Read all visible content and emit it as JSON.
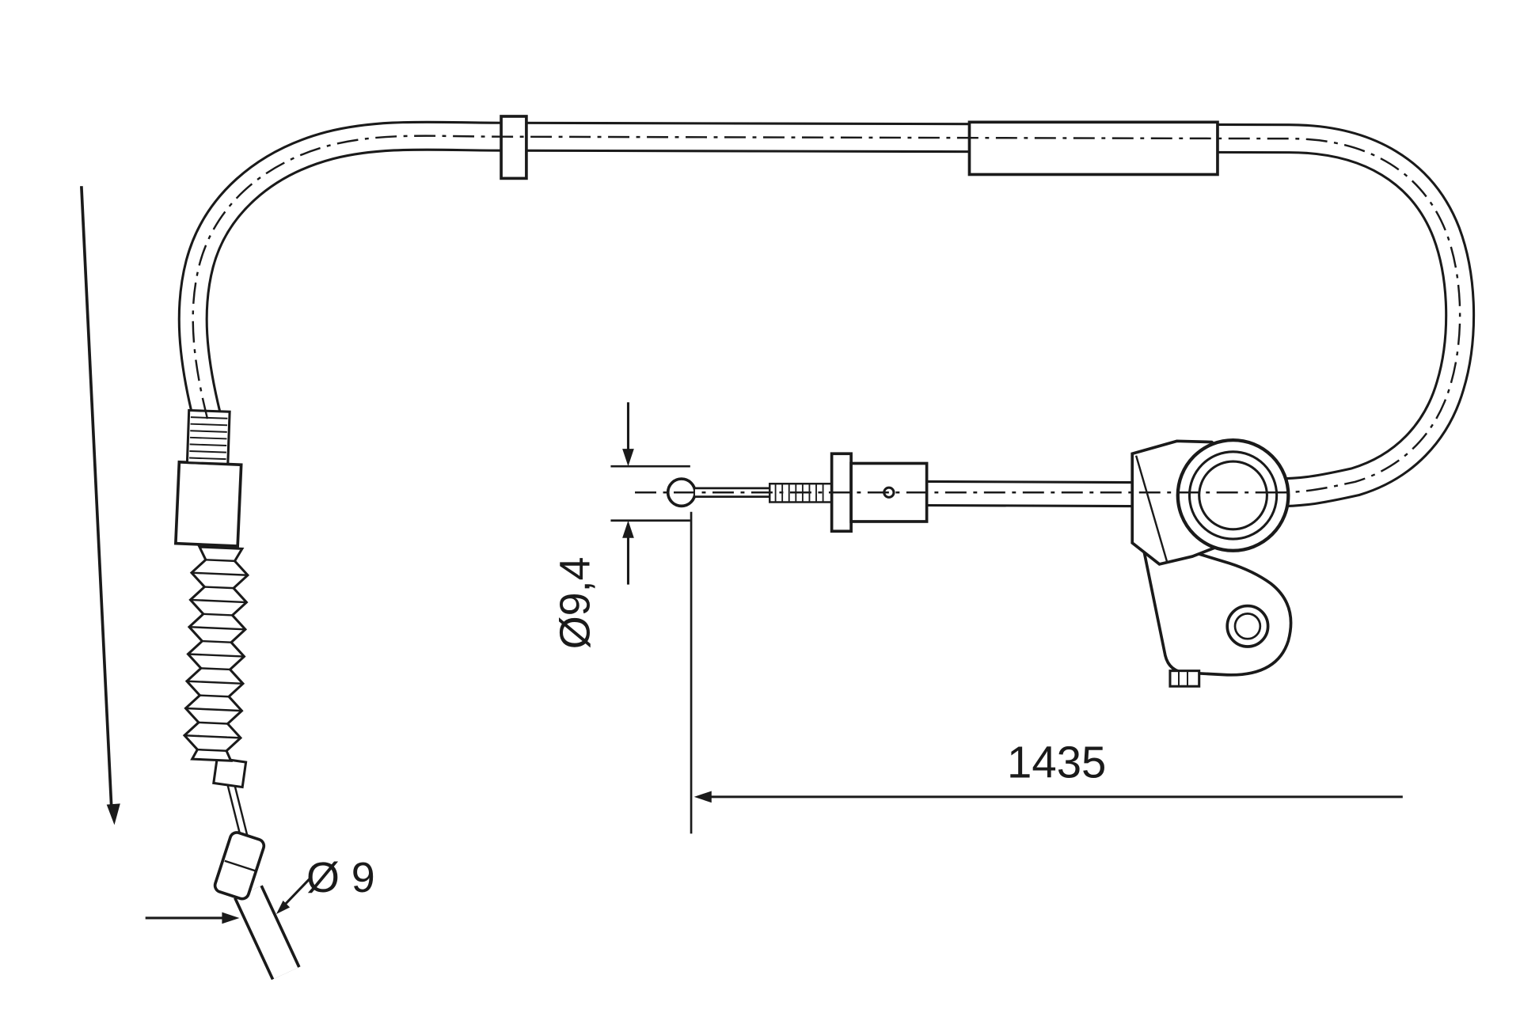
{
  "diagram": {
    "title": "parking-brake-cable-technical-drawing",
    "dimensions": {
      "overall_length": "1435",
      "diameter_left_end": "Ø 9",
      "diameter_middle_end": "Ø9,4"
    },
    "colors": {
      "line": "#1a1a1a",
      "background": "#ffffff"
    }
  }
}
